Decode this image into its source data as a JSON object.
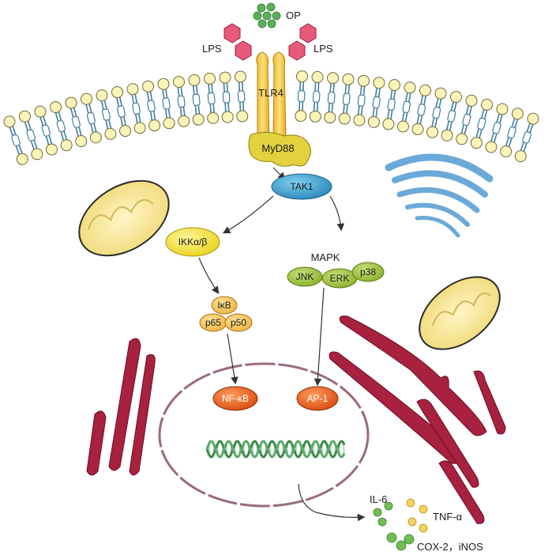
{
  "labels": {
    "op": "OP",
    "lps_left": "LPS",
    "lps_right": "LPS",
    "tlr4": "TLR4",
    "myd88": "MyD88",
    "tak1": "TAK1",
    "ikk": "IKKα/β",
    "mapk": "MAPK",
    "jnk": "JNK",
    "erk": "ERK",
    "p38": "p38",
    "ikb": "IκB",
    "p65": "p65",
    "p50": "p50",
    "nfkb": "NF-κB",
    "ap1": "AP-1",
    "il6": "IL-6",
    "tnfa": "TNF-α",
    "cox_inos": "COX-2，iNOS"
  },
  "colors": {
    "membrane_head": "#fbf3b8",
    "membrane_tail": "#3f7f9f",
    "receptor": "#f7c947",
    "myd88": "#e6d44a",
    "tak1": "#3a9fd0",
    "ikk": "#f2e020",
    "mapk": "#9dbf3a",
    "ikb_complex": "#f3c34f",
    "transcription_factor": "#e8621c",
    "lps": "#e85a7a",
    "op": "#5cb05c",
    "mitochondria": "#f7e89a",
    "er": "#a8213f",
    "golgi": "#6aa9d8",
    "nucleus": "#9b6b75",
    "dna": "#3c8a4a",
    "cytokine_green": "#6fbf55",
    "cytokine_yellow": "#f5d35b"
  }
}
